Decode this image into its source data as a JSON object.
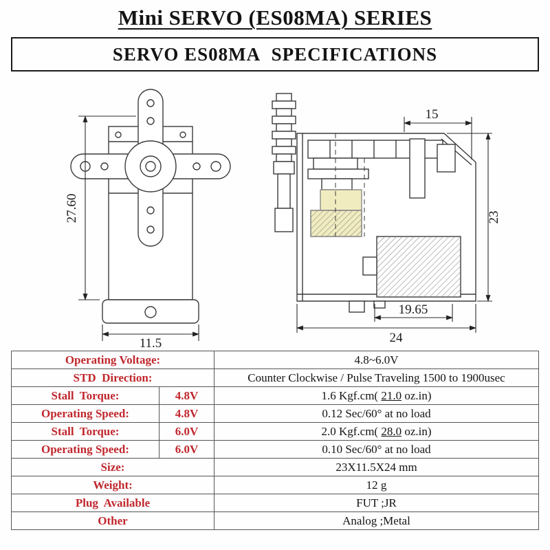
{
  "page": {
    "title": "Mini SERVO (ES08MA) SERIES",
    "subtitle": "SERVO ES08MA  SPECIFICATIONS"
  },
  "drawing": {
    "front_view": {
      "height_dim": "27.60",
      "width_dim": "11.5"
    },
    "side_view": {
      "top_dim": "15",
      "height_dim": "23",
      "inner_dim": "19.65",
      "width_dim": "24"
    }
  },
  "spec_table": {
    "rows": [
      {
        "label": "Operating Voltage:",
        "value": "4.8~6.0V"
      },
      {
        "label": "STD  Direction:",
        "value": "Counter Clockwise / Pulse Traveling 1500 to 1900usec"
      },
      {
        "label": "Stall  Torque:",
        "condition": "4.8V",
        "value_pre": "1.6 Kgf.cm( ",
        "value_num": "21.0",
        "value_post": " oz.in)"
      },
      {
        "label": "Operating Speed:",
        "condition": "4.8V",
        "value": "0.12 Sec/60° at no load"
      },
      {
        "label": "Stall  Torque:",
        "condition": "6.0V",
        "value_pre": "2.0 Kgf.cm( ",
        "value_num": "28.0",
        "value_post": " oz.in)"
      },
      {
        "label": "Operating Speed:",
        "condition": "6.0V",
        "value": "0.10 Sec/60° at no load"
      },
      {
        "label": "Size:",
        "value": "23X11.5X24 mm"
      },
      {
        "label": "Weight:",
        "value": "12 g"
      },
      {
        "label": "Plug  Available",
        "value": "FUT ;JR"
      },
      {
        "label": "Other",
        "value": "Analog ;Metal"
      }
    ]
  },
  "colors": {
    "label_red": "#c0272d",
    "line": "#3a3a3a"
  }
}
